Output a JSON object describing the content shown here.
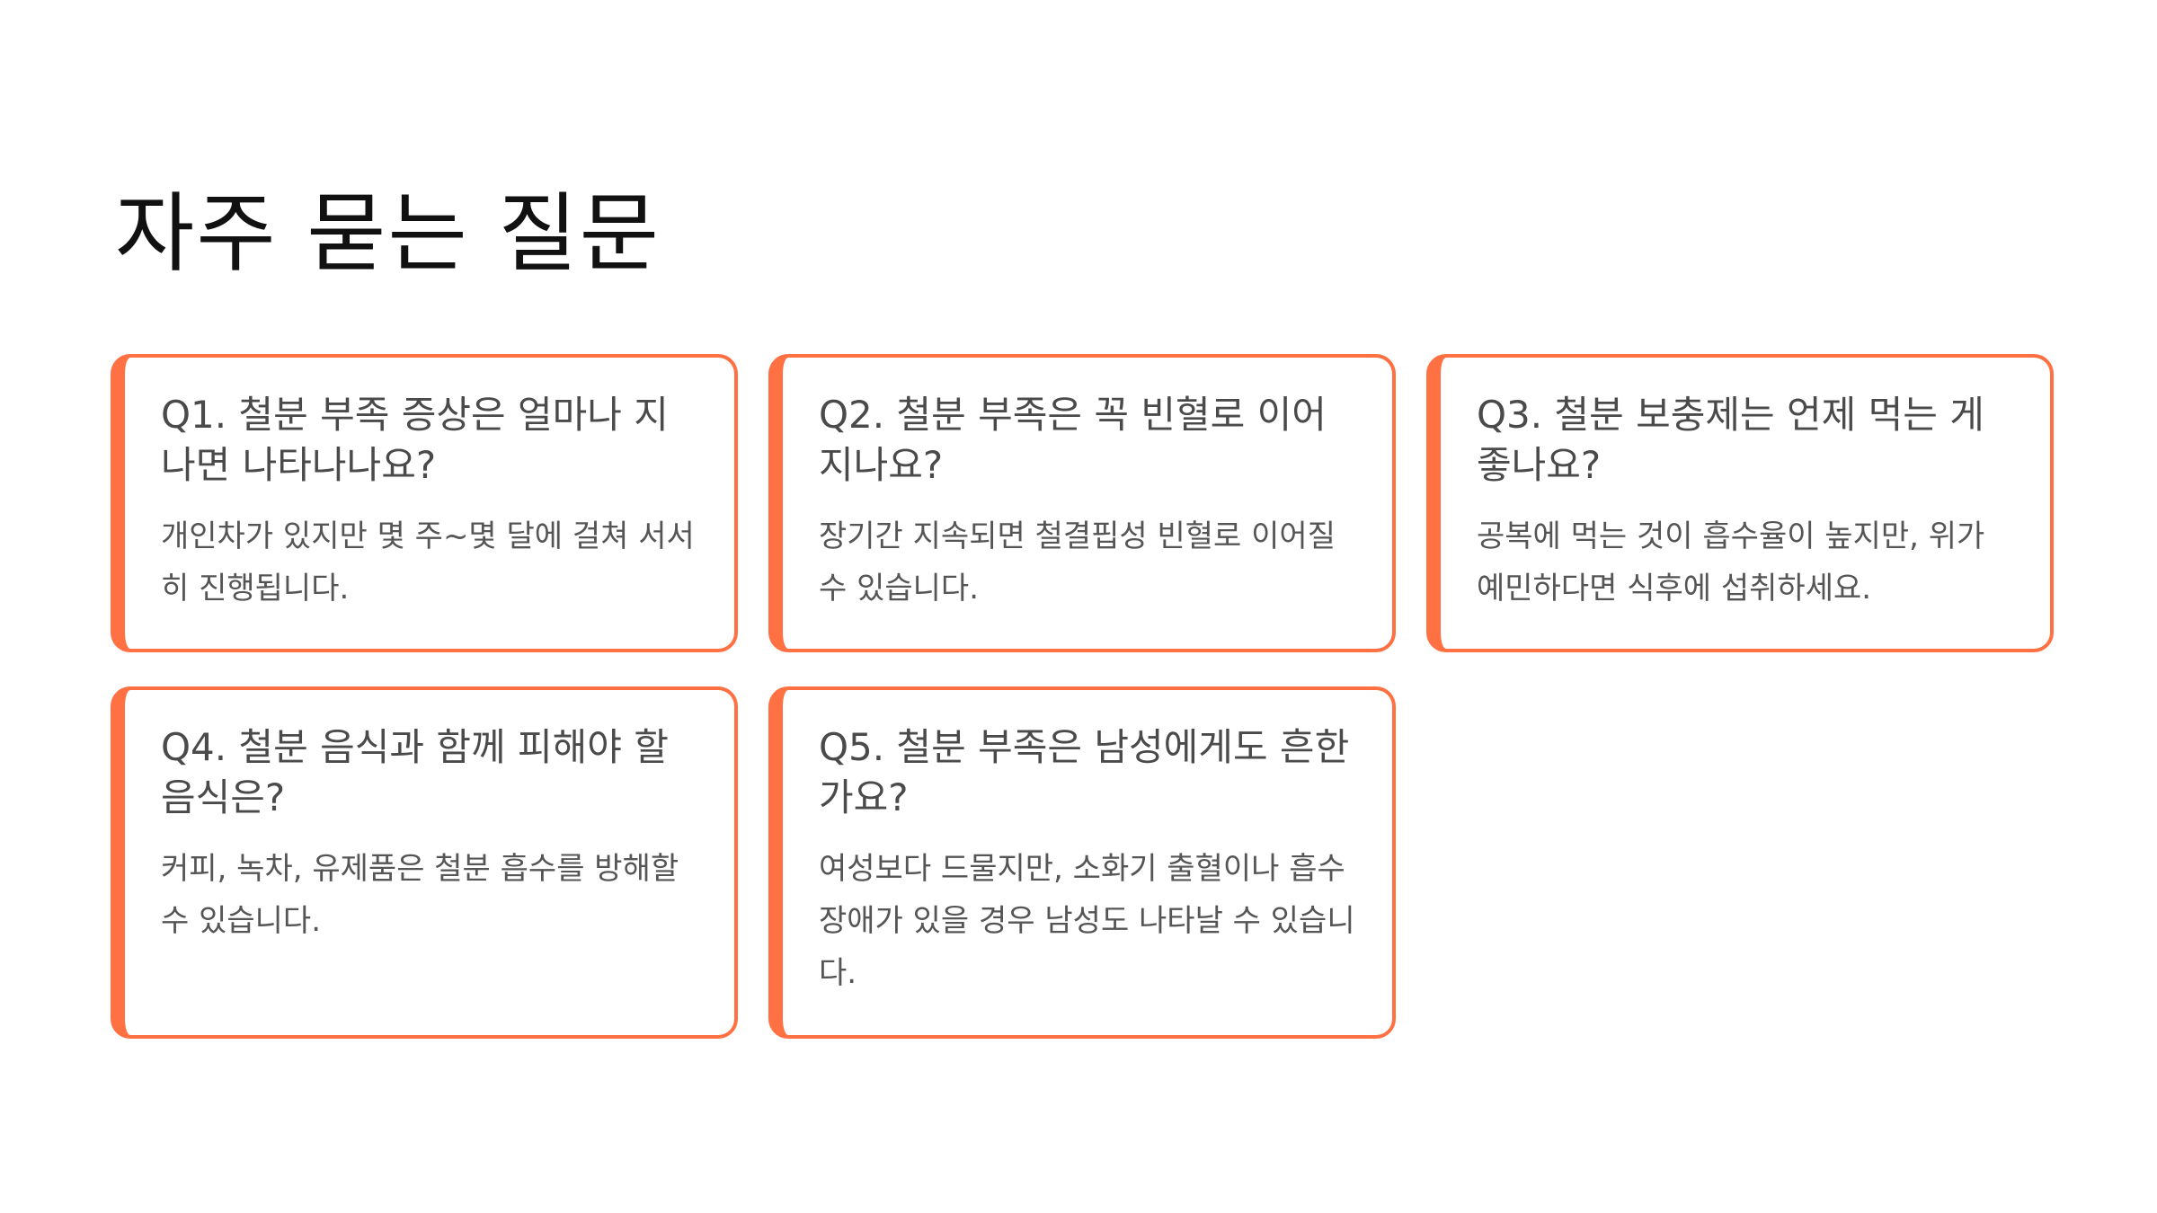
{
  "page": {
    "title": "자주 묻는 질문"
  },
  "colors": {
    "accent": "#ff7043",
    "background": "#ffffff",
    "title_text": "#111111",
    "question_text": "#4a4a4a",
    "answer_text": "#555555"
  },
  "faq": [
    {
      "question": "Q1. 철분 부족 증상은 얼마나 지나면 나타나나요?",
      "answer": "개인차가 있지만 몇 주~몇 달에 걸쳐 서서히 진행됩니다."
    },
    {
      "question": "Q2. 철분 부족은 꼭 빈혈로 이어지나요?",
      "answer": "장기간 지속되면 철결핍성 빈혈로 이어질 수 있습니다."
    },
    {
      "question": "Q3. 철분 보충제는 언제 먹는 게 좋나요?",
      "answer": "공복에 먹는 것이 흡수율이 높지만, 위가 예민하다면 식후에 섭취하세요."
    },
    {
      "question": "Q4. 철분 음식과 함께 피해야 할 음식은?",
      "answer": "커피, 녹차, 유제품은 철분 흡수를 방해할 수 있습니다."
    },
    {
      "question": "Q5. 철분 부족은 남성에게도 흔한가요?",
      "answer": "여성보다 드물지만, 소화기 출혈이나 흡수 장애가 있을 경우 남성도 나타날 수 있습니다."
    }
  ]
}
